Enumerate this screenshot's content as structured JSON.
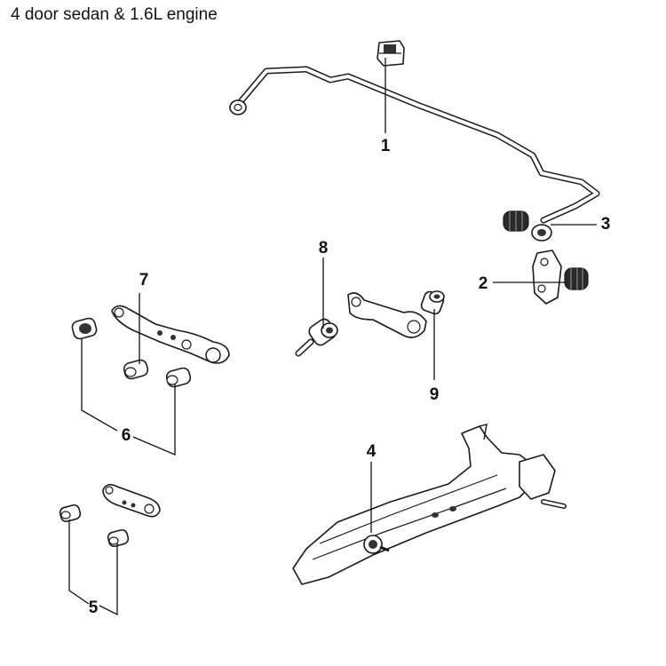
{
  "title": "4 door sedan & 1.6L engine",
  "callouts": {
    "c1": "1",
    "c2": "2",
    "c3": "3",
    "c4": "4",
    "c5": "5",
    "c6": "6",
    "c7": "7",
    "c8": "8",
    "c9": "9"
  }
}
